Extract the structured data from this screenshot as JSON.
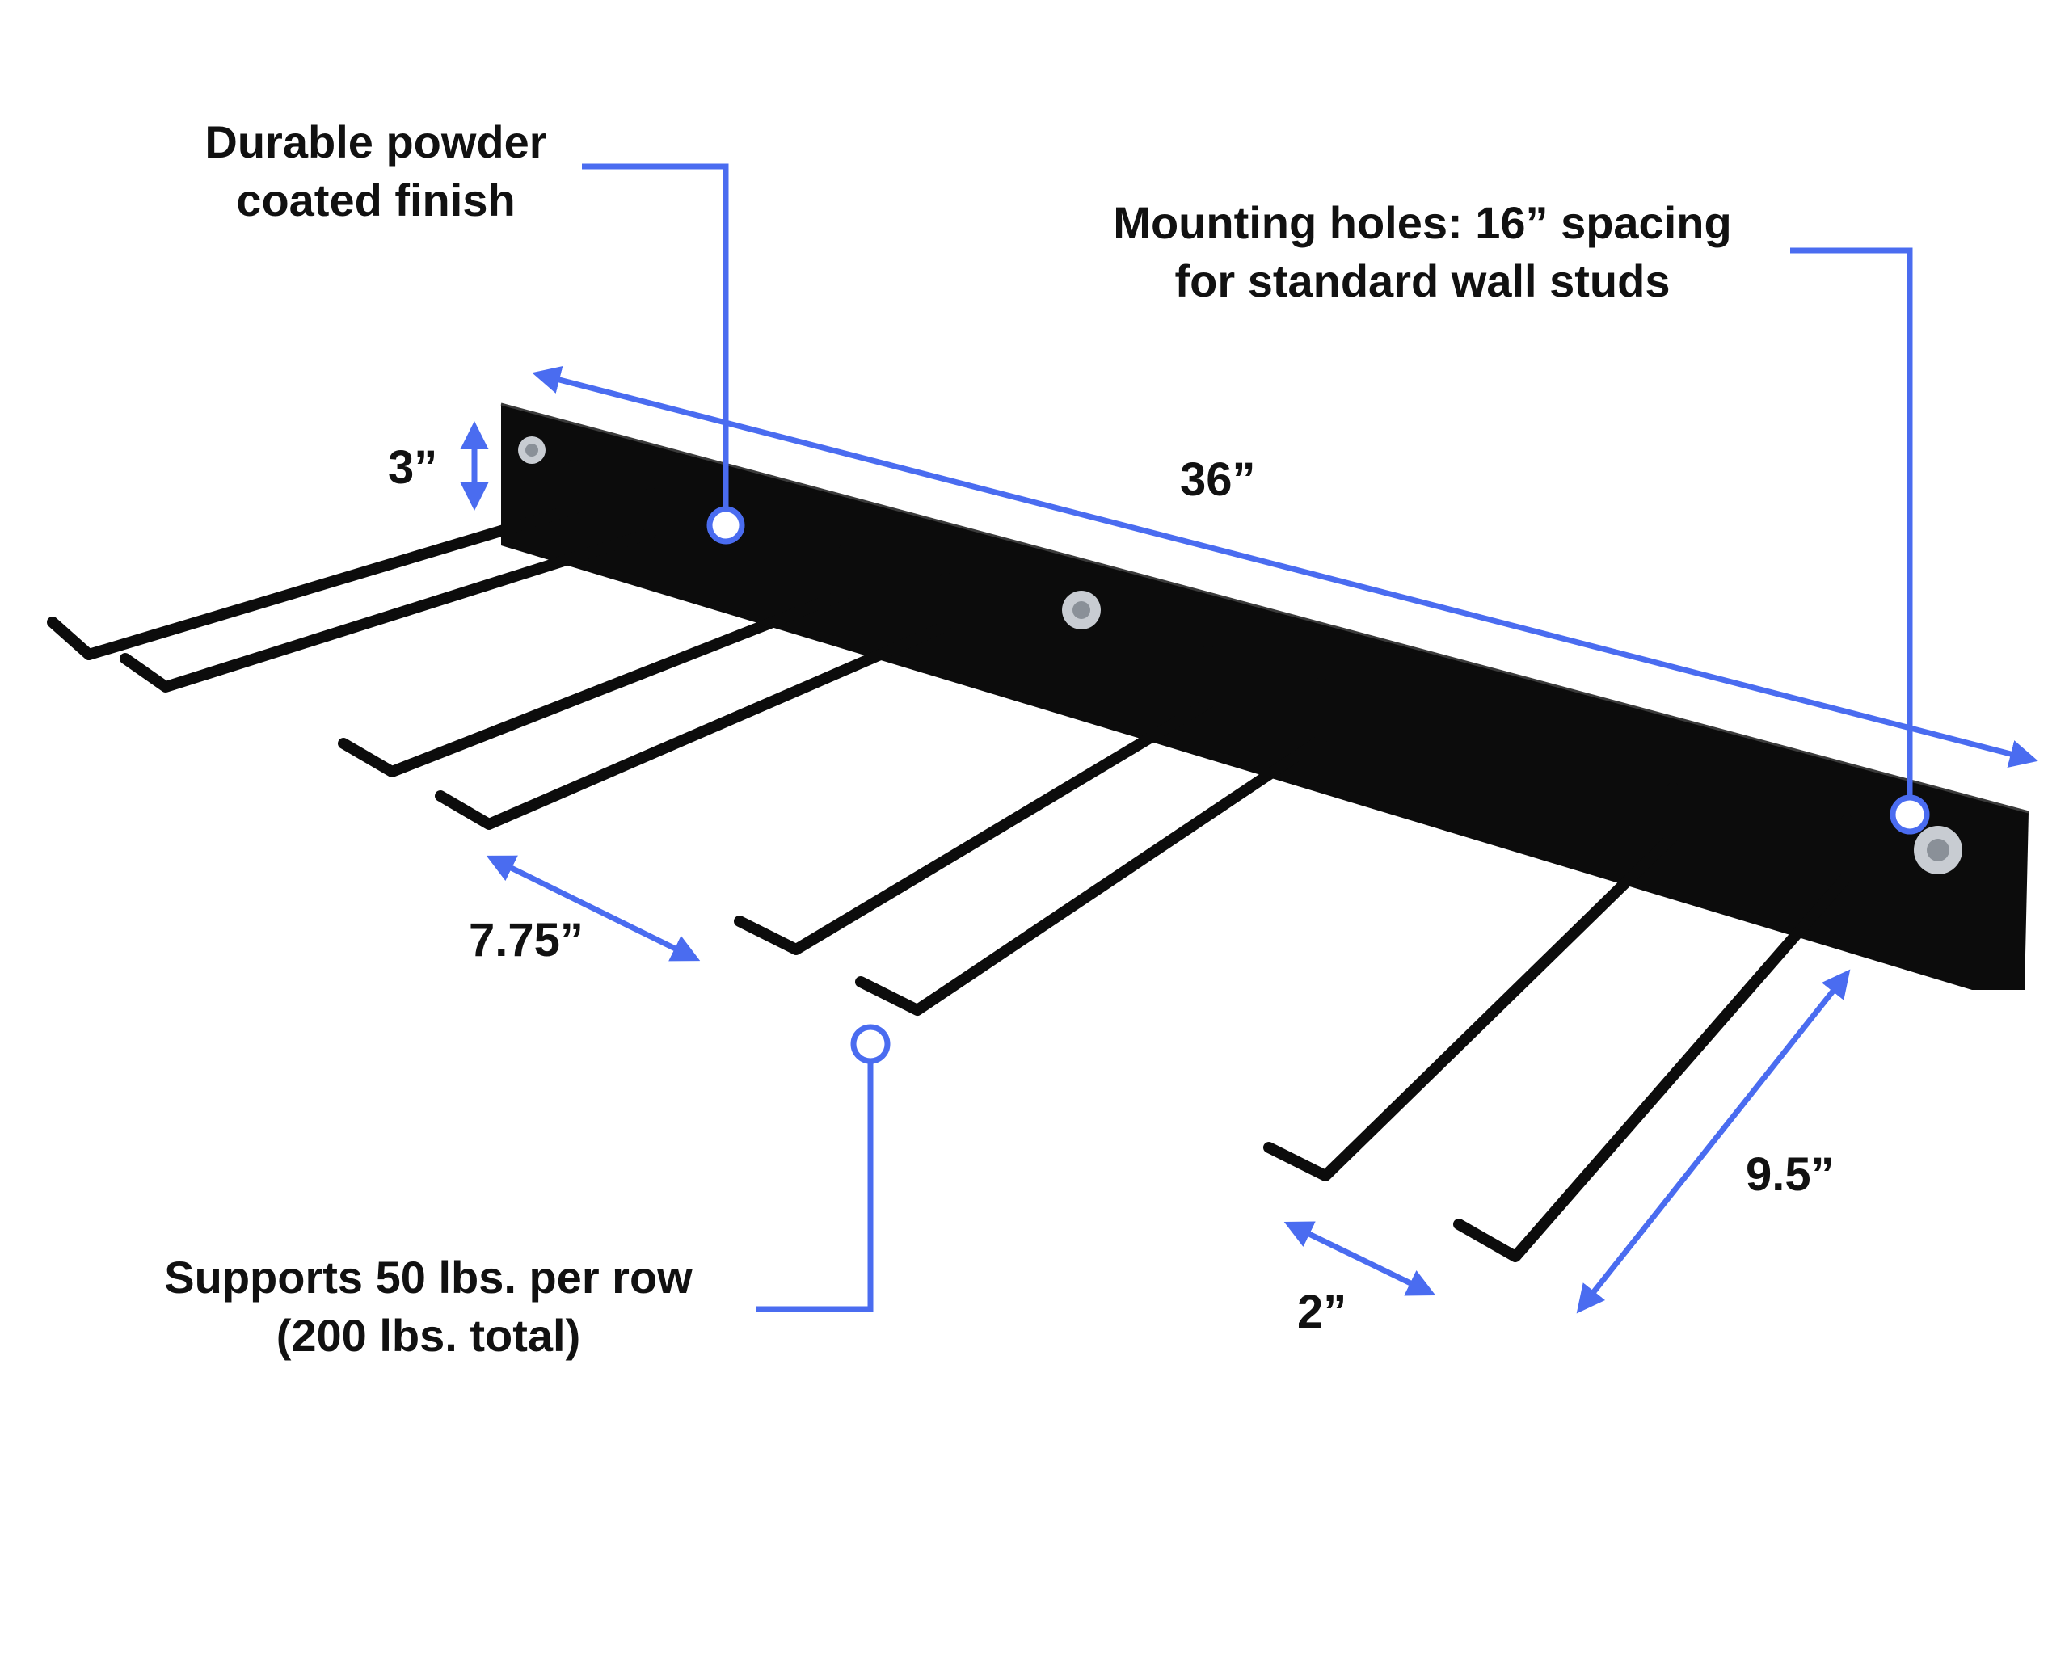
{
  "callouts": {
    "finish": {
      "line1": "Durable powder",
      "line2": "coated finish"
    },
    "mounting": {
      "line1": "Mounting holes: 16” spacing",
      "line2": "for standard wall studs"
    },
    "support": {
      "line1": "Supports 50 lbs. per row",
      "line2": "(200 lbs. total)"
    }
  },
  "dimensions": {
    "height": "3”",
    "length": "36”",
    "spacing": "7.75”",
    "hook_width": "2”",
    "depth": "9.5”"
  },
  "colors": {
    "accent": "#4a6cf0",
    "product": "#0c0c0c",
    "text": "#111111"
  }
}
